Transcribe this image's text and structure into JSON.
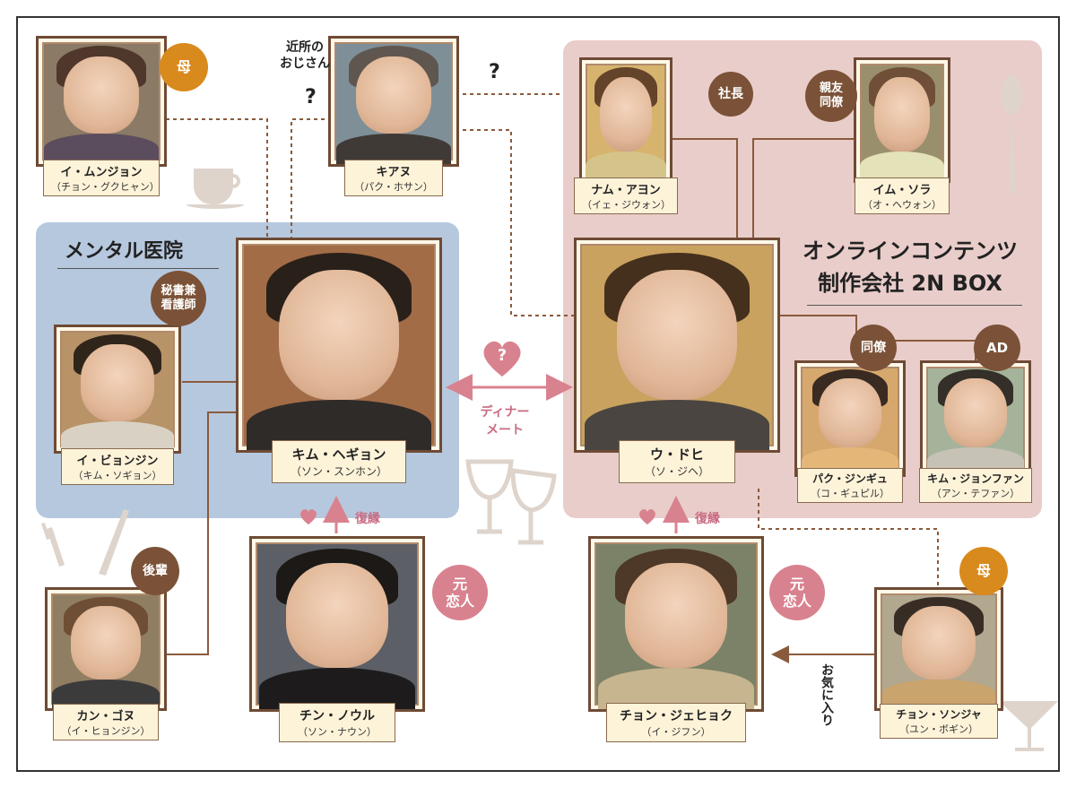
{
  "groups": {
    "clinic": "メンタル医院",
    "company_line1": "オンラインコンテンツ",
    "company_line2": "制作会社 2N BOX"
  },
  "characters": {
    "lee_munjong": {
      "name": "イ・ムンジョン",
      "actor": "（チョン・グクヒャン）"
    },
    "kiano": {
      "name": "キアヌ",
      "actor": "（パク・ホサン）"
    },
    "nam_ahyeon": {
      "name": "ナム・アヨン",
      "actor": "（イェ・ジウォン）"
    },
    "im_sora": {
      "name": "イム・ソラ",
      "actor": "（オ・ヘウォン）"
    },
    "kim_haegyeon": {
      "name": "キム・ヘギョン",
      "actor": "（ソン・スンホン）"
    },
    "u_dohi": {
      "name": "ウ・ドヒ",
      "actor": "（ソ・ジヘ）"
    },
    "lee_byeongjin": {
      "name": "イ・ビョンジン",
      "actor": "（キム・ソギョン）"
    },
    "park_jingyu": {
      "name": "パク・ジンギュ",
      "actor": "（コ・ギュピル）"
    },
    "kim_jonghwan": {
      "name": "キム・ジョンファン",
      "actor": "（アン・テファン）"
    },
    "kang_gonu": {
      "name": "カン・ゴヌ",
      "actor": "（イ・ヒョンジン）"
    },
    "jin_noeul": {
      "name": "チン・ノウル",
      "actor": "（ソン・ナウン）"
    },
    "jeong_jaehyeok": {
      "name": "チョン・ジェヒョク",
      "actor": "（イ・ジフン）"
    },
    "jeong_sonja": {
      "name": "チョン・ソンジャ",
      "actor": "（ユン・ボギン）"
    }
  },
  "tags": {
    "mother_left": "母",
    "neighbor_line1": "近所の",
    "neighbor_line2": "おじさん",
    "president": "社長",
    "best_friend_line1": "親友",
    "best_friend_line2": "同僚",
    "secretary_line1": "秘書兼",
    "secretary_line2": "看護師",
    "colleague": "同僚",
    "ad": "AD",
    "junior": "後輩",
    "ex_left_line1": "元",
    "ex_left_line2": "恋人",
    "ex_right_line1": "元",
    "ex_right_line2": "恋人",
    "mother_right": "母"
  },
  "relations": {
    "question_1": "?",
    "question_2": "?",
    "question_heart": "?",
    "dinner_line1": "ディナー",
    "dinner_line2": "メート",
    "reunion_left": "復縁",
    "reunion_right": "復縁",
    "favorite": "お気に入り"
  },
  "colors": {
    "clinic_bg": "#b6c8de",
    "company_bg": "#e9cdca",
    "connector": "#8a5a3c",
    "accent_pink": "#d9828f",
    "tag_brown": "#7b5237",
    "tag_orange": "#d98a1d"
  }
}
